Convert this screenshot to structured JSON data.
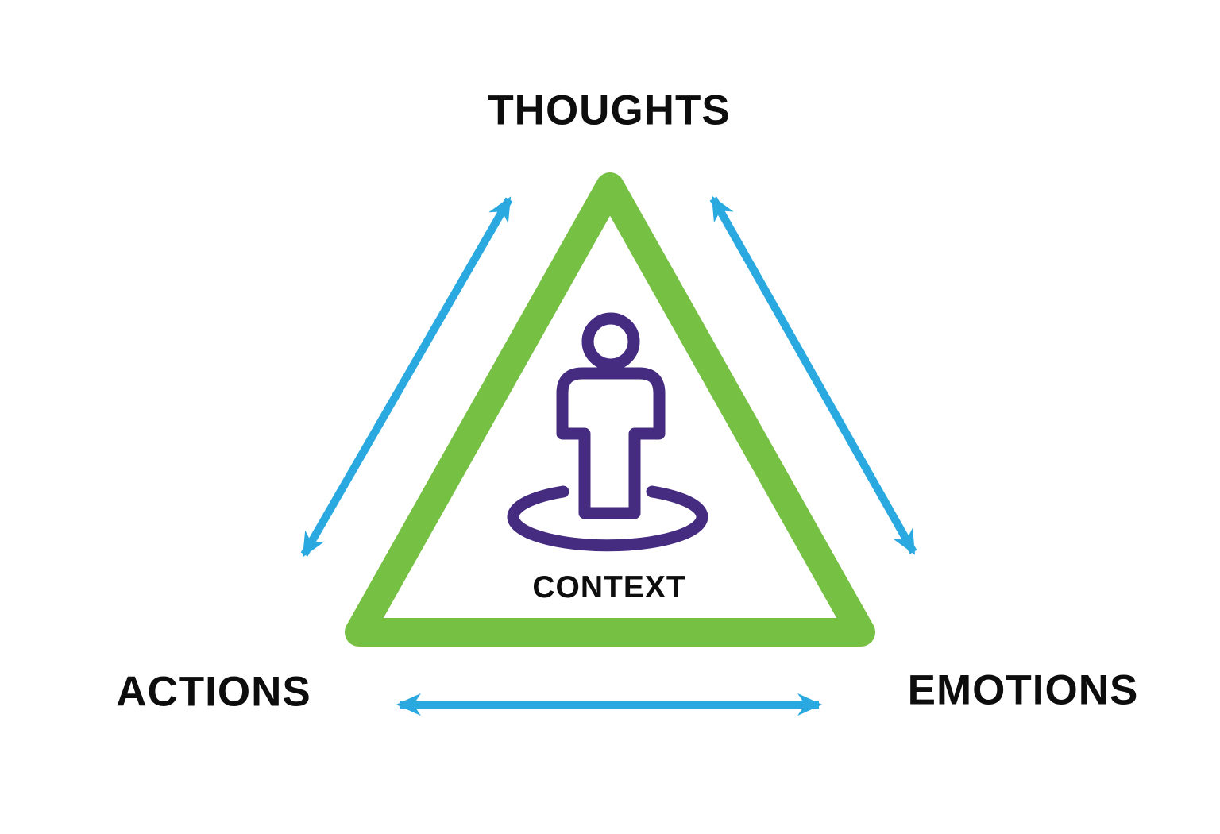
{
  "diagram": {
    "name": "cbt-triangle-diagram",
    "labels": {
      "top": "THOUGHTS",
      "bottom_left": "ACTIONS",
      "bottom_right": "EMOTIONS",
      "center": "CONTEXT"
    },
    "colors": {
      "triangle_green": "#76c043",
      "arrow_blue": "#2aa9e0",
      "person_purple": "#452c80",
      "label_black": "#0d0d0d",
      "background": "#ffffff"
    },
    "icons": {
      "center_icon": "person-on-location-ring-icon"
    },
    "relations": {
      "arrow_1": "THOUGHTS-ACTIONS",
      "arrow_2": "THOUGHTS-EMOTIONS",
      "arrow_3": "ACTIONS-EMOTIONS"
    }
  }
}
